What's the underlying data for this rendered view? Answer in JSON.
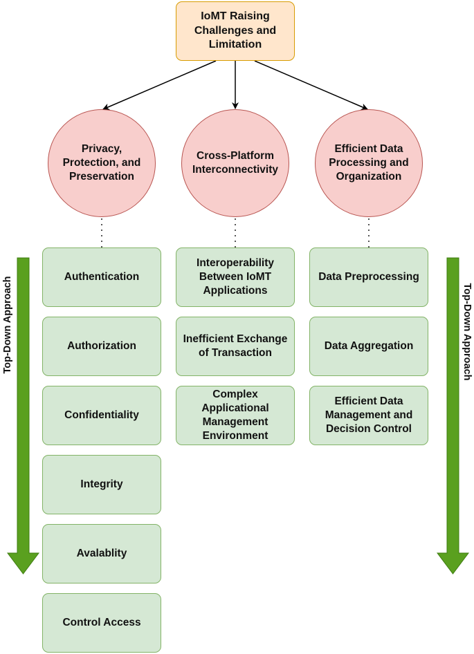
{
  "root": {
    "label": "IoMT Raising Challenges and Limitation"
  },
  "categories": [
    {
      "label": "Privacy, Protection, and Preservation",
      "items": [
        "Authentication",
        "Authorization",
        "Confidentiality",
        "Integrity",
        "Avalablity",
        "Control Access"
      ]
    },
    {
      "label": "Cross-Platform Interconnectivity",
      "items": [
        "Interoperability Between IoMT Applications",
        "Inefficient Exchange of Transaction",
        "Complex Applicational Management Environment"
      ]
    },
    {
      "label": "Efficient Data Processing and Organization",
      "items": [
        "Data Preprocessing",
        "Data Aggregation",
        "Efficient Data Management and Decision Control"
      ]
    }
  ],
  "side_labels": {
    "left": "Top-Down Approach",
    "right": "Top-Down Approach"
  },
  "colors": {
    "root_fill": "#ffe6cc",
    "root_stroke": "#d79b00",
    "category_fill": "#f8cecc",
    "category_stroke": "#b85450",
    "item_fill": "#d5e8d4",
    "item_stroke": "#82b366",
    "arrow_green": "#5aa01f"
  }
}
